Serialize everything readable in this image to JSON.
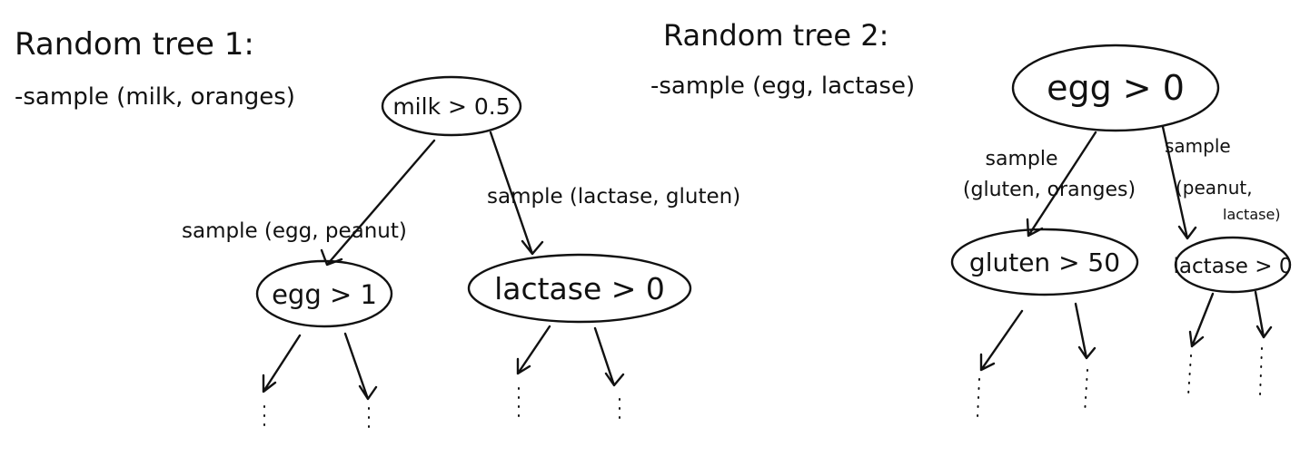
{
  "trees": [
    {
      "title": "Random tree 1:",
      "root_sample": "-sample (milk, oranges)",
      "root": "milk > 0.5",
      "left_edge_label": "sample (egg, peanut)",
      "right_edge_label": "sample (lactase, gluten)",
      "left_child": "egg > 1",
      "right_child": "lactase > 0"
    },
    {
      "title": "Random tree 2:",
      "root_sample": "-sample (egg, lactase)",
      "root": "egg > 0",
      "left_edge_label": [
        "sample",
        "(gluten, oranges)"
      ],
      "right_edge_label": [
        "sample",
        "(peanut,",
        "lactase)"
      ],
      "left_child": "gluten > 50",
      "right_child": "lactase > 0"
    }
  ]
}
